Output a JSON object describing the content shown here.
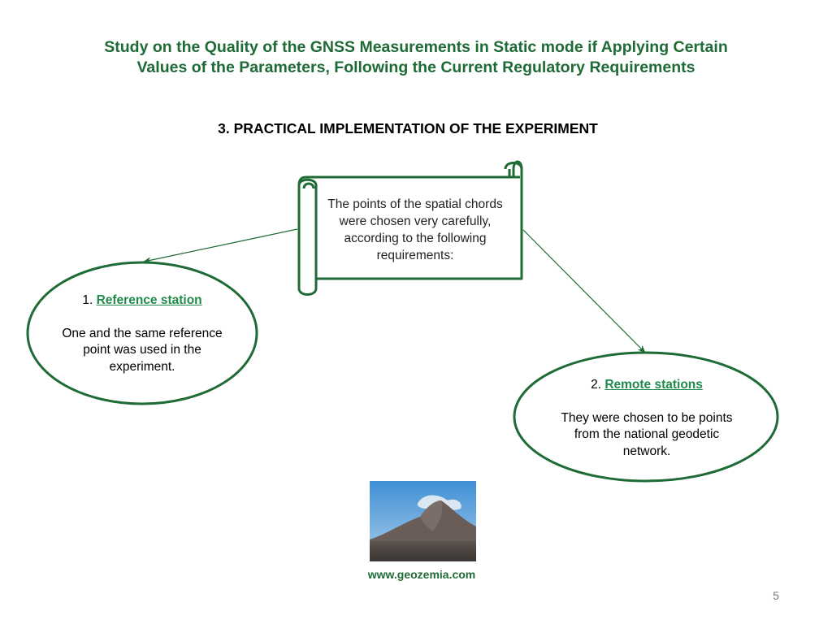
{
  "slide": {
    "title_line1": "Study on the Quality of the GNSS Measurements in Static mode if Applying Certain",
    "title_line2": "Values of the Parameters, Following the Current Regulatory Requirements",
    "section_heading": "3. PRACTICAL IMPLEMENTATION OF THE EXPERIMENT",
    "scroll_text": "The points of the spatial chords were chosen very carefully, according to the following requirements:",
    "reference": {
      "number": "1. ",
      "label": "Reference station",
      "description": "One and the same reference point was used in the experiment."
    },
    "remote": {
      "number": "2. ",
      "label": "Remote stations",
      "description": "They were chosen to be points from the national geodetic network."
    },
    "website": "www.geozemia.com",
    "page_number": "5"
  },
  "colors": {
    "accent_green": "#1f6b36",
    "link_green": "#1f8a4a",
    "background": "#ffffff"
  }
}
